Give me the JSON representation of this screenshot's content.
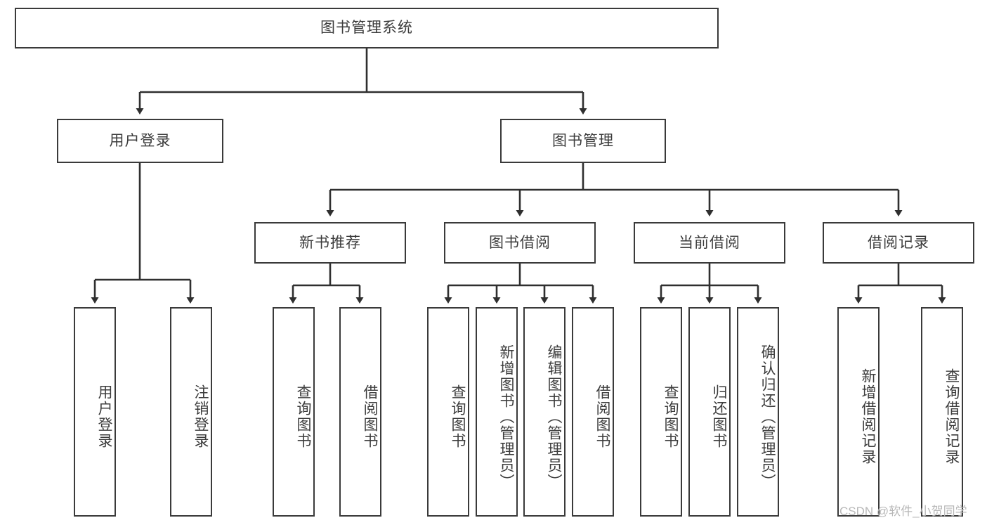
{
  "diagram": {
    "title": "图书管理系统",
    "type": "hierarchy-tree",
    "orientation": "top-down",
    "colors": {
      "box_border": "#3a3a3a",
      "box_fill": "#ffffff",
      "line": "#2f2f2f",
      "text": "#3c3c3c",
      "watermark": "#b8b8b8"
    },
    "levels": [
      {
        "level": 1,
        "nodes": [
          {
            "id": "root",
            "label": "图书管理系统",
            "text_direction": "horizontal"
          }
        ]
      },
      {
        "level": 2,
        "nodes": [
          {
            "id": "user-login",
            "label": "用户登录",
            "text_direction": "horizontal",
            "parent": "root"
          },
          {
            "id": "book-manage",
            "label": "图书管理",
            "text_direction": "horizontal",
            "parent": "root"
          }
        ]
      },
      {
        "level": 3,
        "nodes": [
          {
            "id": "new-book-rec",
            "label": "新书推荐",
            "text_direction": "horizontal",
            "parent": "book-manage"
          },
          {
            "id": "book-borrow",
            "label": "图书借阅",
            "text_direction": "horizontal",
            "parent": "book-manage"
          },
          {
            "id": "current-borrow",
            "label": "当前借阅",
            "text_direction": "horizontal",
            "parent": "book-manage"
          },
          {
            "id": "borrow-record",
            "label": "借阅记录",
            "text_direction": "horizontal",
            "parent": "book-manage"
          }
        ]
      },
      {
        "level": 4,
        "nodes": [
          {
            "id": "leaf-user-login",
            "label": "用户登录",
            "text_direction": "vertical",
            "parent": "user-login"
          },
          {
            "id": "leaf-logout",
            "label": "注销登录",
            "text_direction": "vertical",
            "parent": "user-login"
          },
          {
            "id": "leaf-query-book-1",
            "label": "查询图书",
            "text_direction": "vertical",
            "parent": "new-book-rec"
          },
          {
            "id": "leaf-borrow-book-1",
            "label": "借阅图书",
            "text_direction": "vertical",
            "parent": "new-book-rec"
          },
          {
            "id": "leaf-query-book-2",
            "label": "查询图书",
            "text_direction": "vertical",
            "parent": "book-borrow"
          },
          {
            "id": "leaf-add-book",
            "label": "新增图书（管理员）",
            "text_direction": "vertical",
            "parent": "book-borrow"
          },
          {
            "id": "leaf-edit-book",
            "label": "编辑图书（管理员）",
            "text_direction": "vertical",
            "parent": "book-borrow"
          },
          {
            "id": "leaf-borrow-book-2",
            "label": "借阅图书",
            "text_direction": "vertical",
            "parent": "book-borrow"
          },
          {
            "id": "leaf-query-book-3",
            "label": "查询图书",
            "text_direction": "vertical",
            "parent": "current-borrow"
          },
          {
            "id": "leaf-return-book",
            "label": "归还图书",
            "text_direction": "vertical",
            "parent": "current-borrow"
          },
          {
            "id": "leaf-confirm-return",
            "label": "确认归还（管理员）",
            "text_direction": "vertical",
            "parent": "current-borrow"
          },
          {
            "id": "leaf-add-record",
            "label": "新增借阅记录",
            "text_direction": "vertical",
            "parent": "borrow-record"
          },
          {
            "id": "leaf-query-record",
            "label": "查询借阅记录",
            "text_direction": "vertical",
            "parent": "borrow-record"
          }
        ]
      }
    ],
    "watermark": "CSDN @软件_小贺同学"
  }
}
